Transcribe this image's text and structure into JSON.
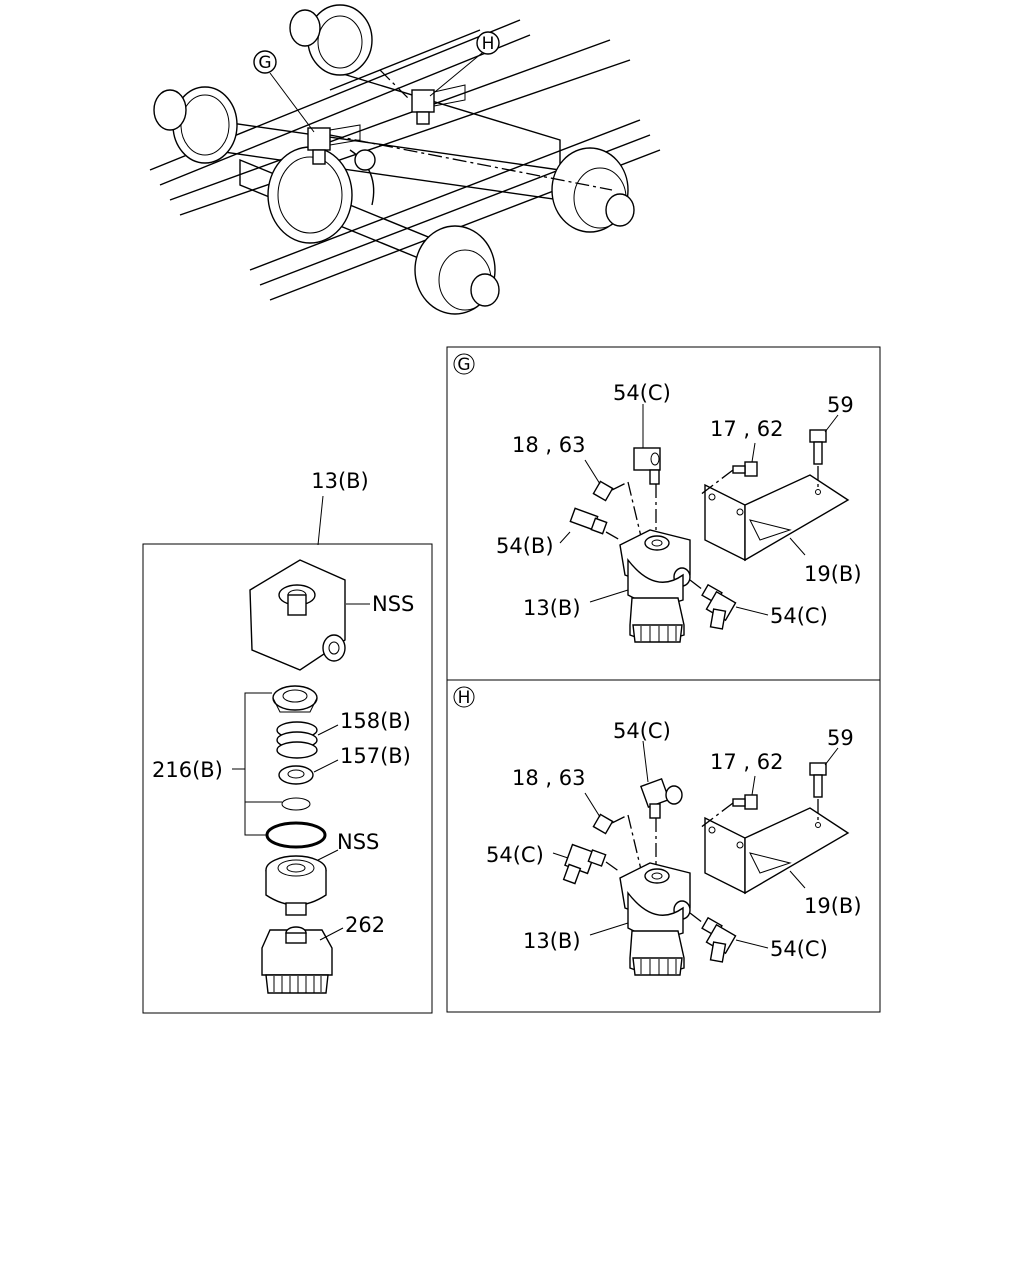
{
  "overview": {
    "callouts": {
      "g": "G",
      "h": "H"
    }
  },
  "detail_13b": {
    "title": "13(B)",
    "labels": {
      "nss_top": "NSS",
      "p158b": "158(B)",
      "p157b": "157(B)",
      "p216b": "216(B)",
      "nss_bottom": "NSS",
      "p262": "262"
    }
  },
  "panel_g": {
    "callout": "G",
    "labels": {
      "p54c_top": "54(C)",
      "p59": "59",
      "p18_63": "18 , 63",
      "p17_62": "17 , 62",
      "p54b": "54(B)",
      "p19b": "19(B)",
      "p13b": "13(B)",
      "p54c_right": "54(C)"
    }
  },
  "panel_h": {
    "callout": "H",
    "labels": {
      "p54c_top": "54(C)",
      "p59": "59",
      "p18_63": "18 , 63",
      "p17_62": "17 , 62",
      "p54c_left": "54(C)",
      "p19b": "19(B)",
      "p13b": "13(B)",
      "p54c_right": "54(C)"
    }
  }
}
